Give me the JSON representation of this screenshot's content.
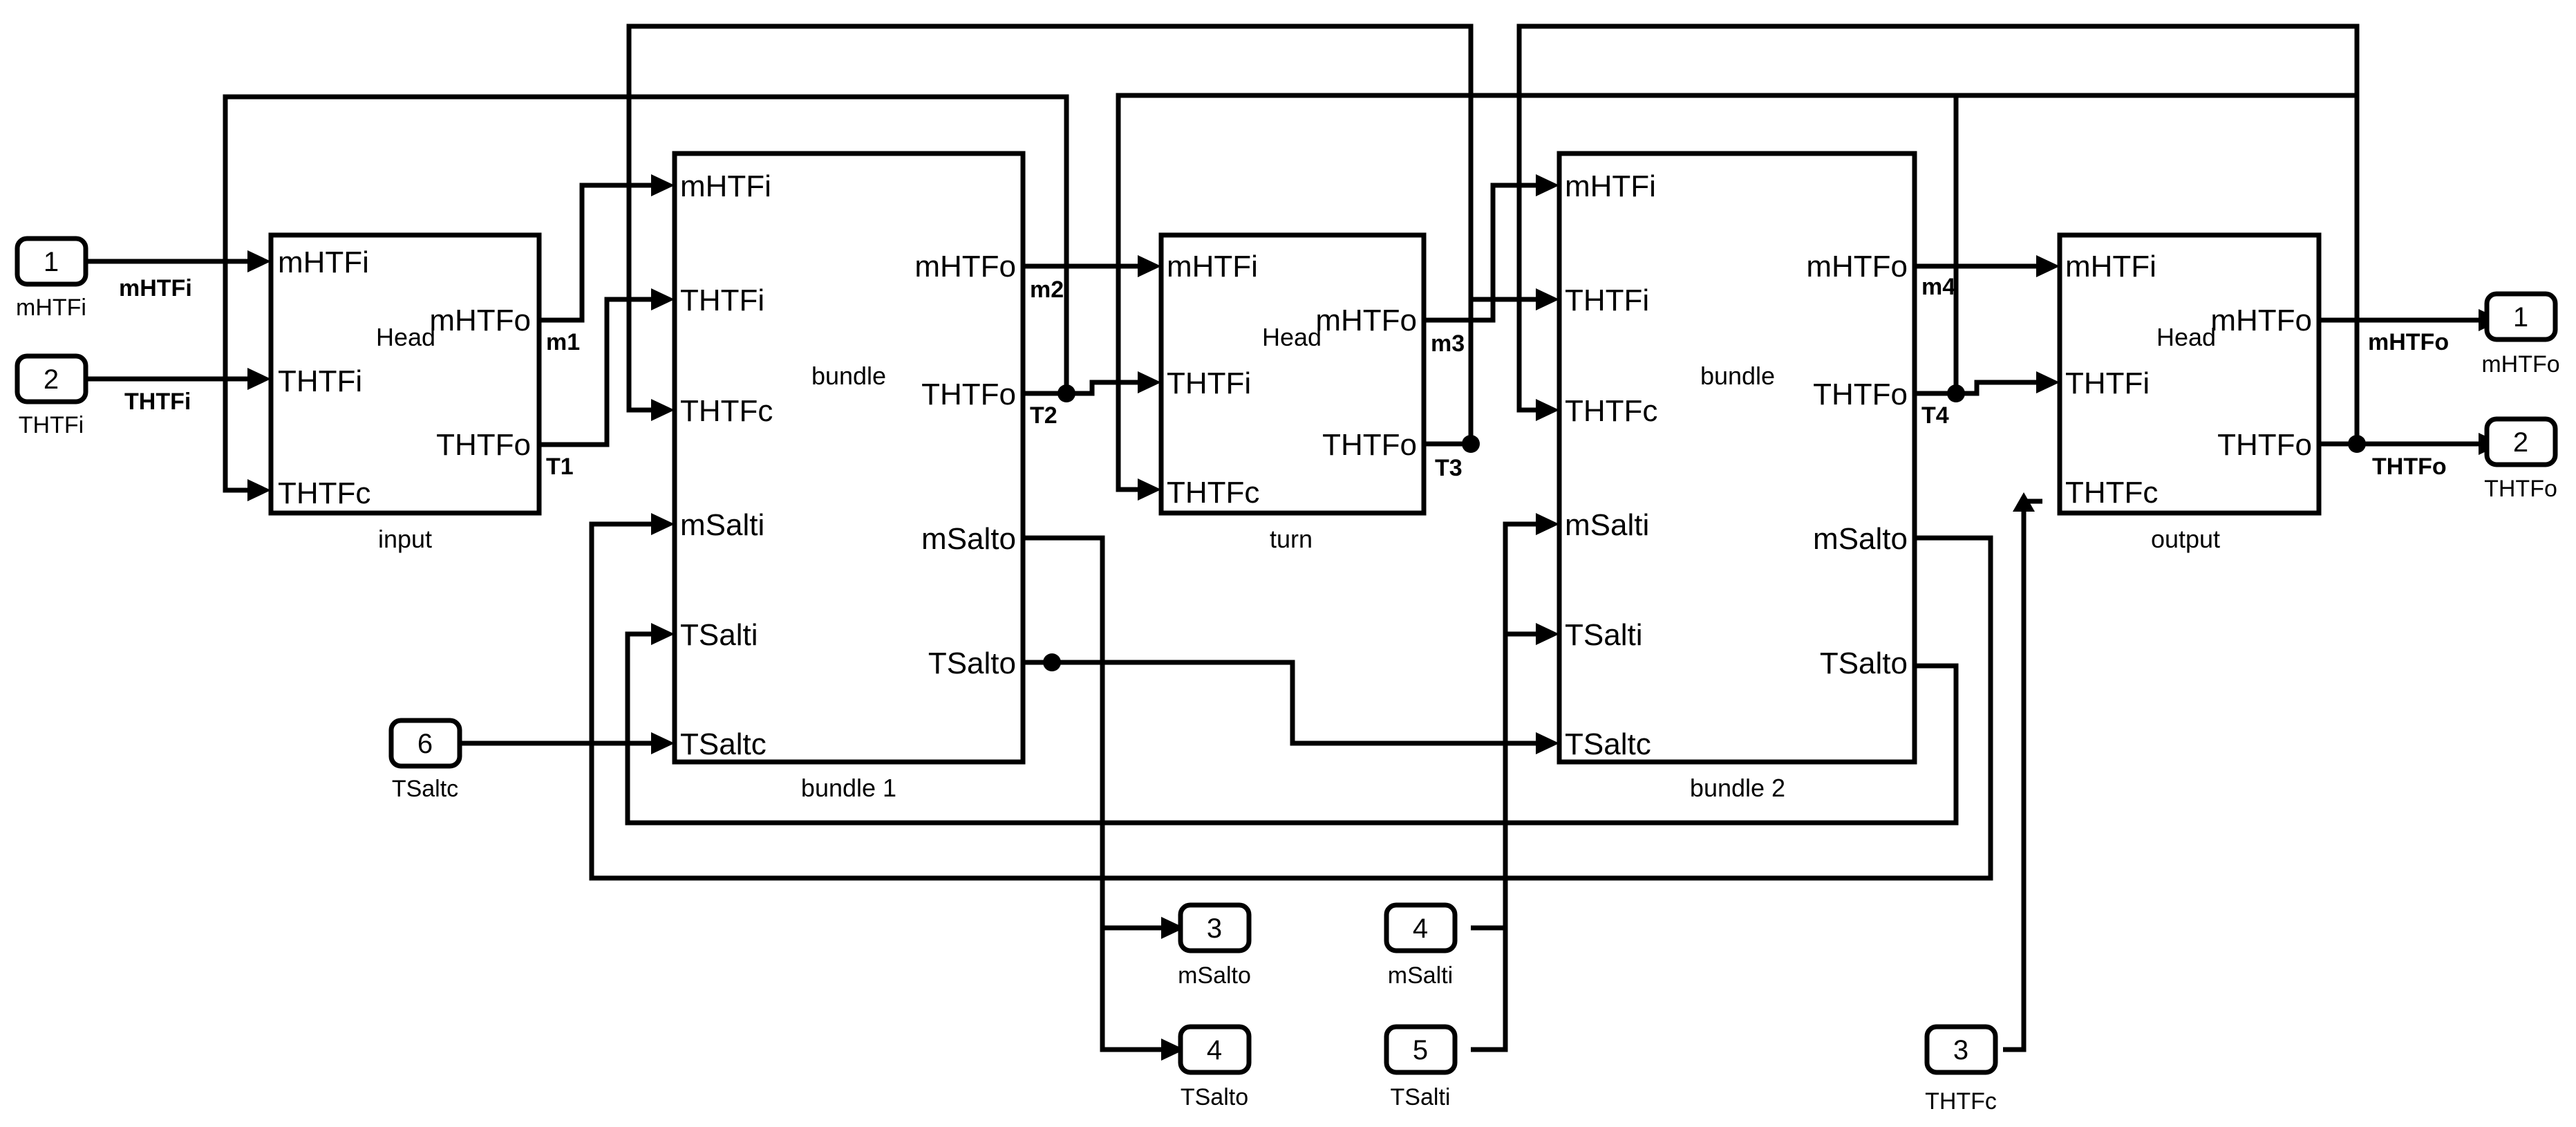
{
  "blocks": {
    "input": {
      "label": "input",
      "head": "Head",
      "ports_in": [
        "mHTFi",
        "THTFi",
        "THTFc"
      ],
      "ports_out": [
        "mHTFo",
        "THTFo"
      ]
    },
    "bundle1": {
      "label": "bundle 1",
      "inner": "bundle",
      "ports_in": [
        "mHTFi",
        "THTFi",
        "THTFc",
        "mSalti",
        "TSalti",
        "TSaltc"
      ],
      "ports_out": [
        "mHTFo",
        "THTFo",
        "mSalto",
        "TSalto"
      ]
    },
    "turn": {
      "label": "turn",
      "head": "Head",
      "ports_in": [
        "mHTFi",
        "THTFi",
        "THTFc"
      ],
      "ports_out": [
        "mHTFo",
        "THTFo"
      ]
    },
    "bundle2": {
      "label": "bundle 2",
      "inner": "bundle",
      "ports_in": [
        "mHTFi",
        "THTFi",
        "THTFc",
        "mSalti",
        "TSalti",
        "TSaltc"
      ],
      "ports_out": [
        "mHTFo",
        "THTFo",
        "mSalto",
        "TSalto"
      ]
    },
    "output": {
      "label": "output",
      "head": "Head",
      "ports_in": [
        "mHTFi",
        "THTFi",
        "THTFc"
      ],
      "ports_out": [
        "mHTFo",
        "THTFo"
      ]
    }
  },
  "inports": [
    {
      "num": "1",
      "name": "mHTFi"
    },
    {
      "num": "2",
      "name": "THTFi"
    },
    {
      "num": "6",
      "name": "TSaltc"
    },
    {
      "num": "4",
      "name": "mSalti"
    },
    {
      "num": "5",
      "name": "TSalti"
    },
    {
      "num": "3",
      "name": "THTFc"
    }
  ],
  "outports": [
    {
      "num": "1",
      "name": "mHTFo"
    },
    {
      "num": "2",
      "name": "THTFo"
    },
    {
      "num": "3",
      "name": "mSalto"
    },
    {
      "num": "4",
      "name": "TSalto"
    }
  ],
  "signals": {
    "in_m": "mHTFi",
    "in_t": "THTFi",
    "m1": "m1",
    "t1": "T1",
    "m2": "m2",
    "t2": "T2",
    "m3": "m3",
    "t3": "T3",
    "m4": "m4",
    "t4": "T4",
    "out_m": "mHTFo",
    "out_t": "THTFo"
  }
}
